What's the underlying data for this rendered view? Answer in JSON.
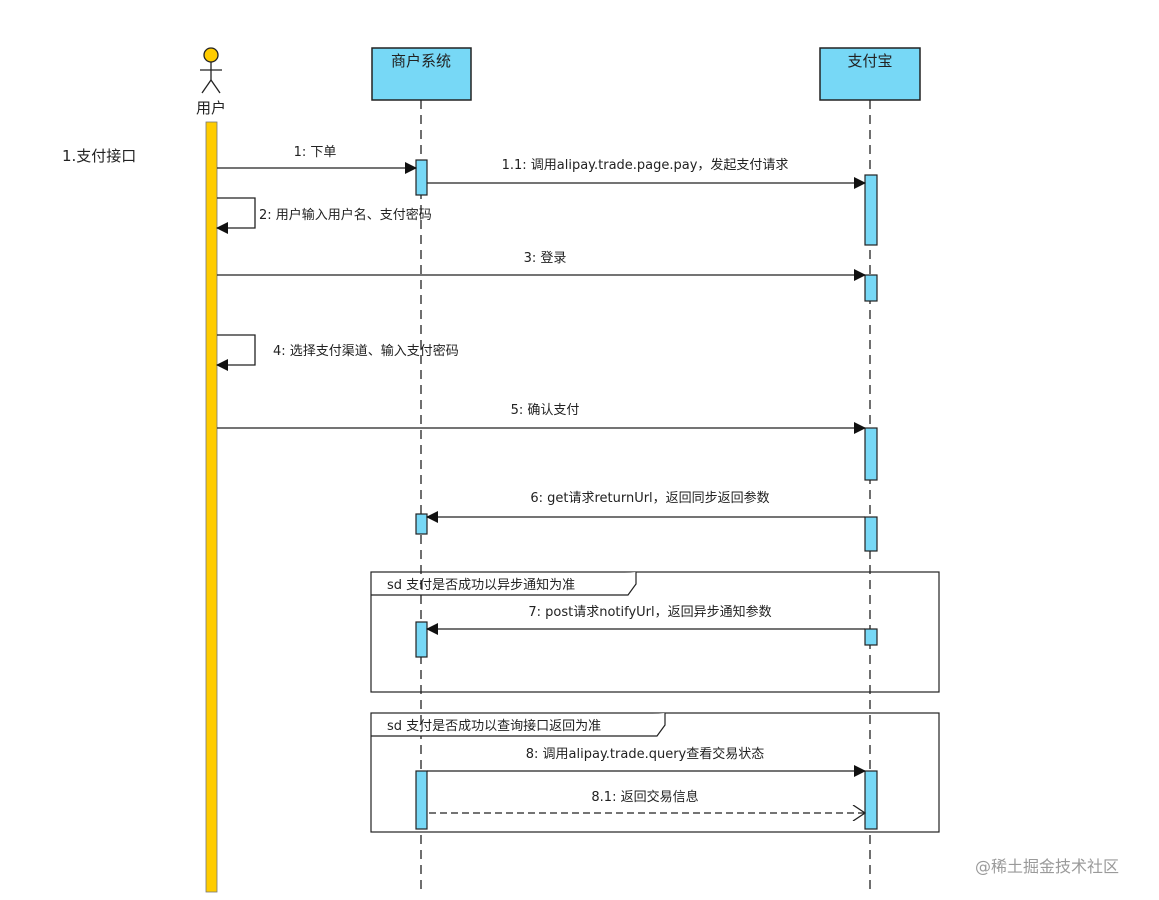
{
  "title": "1.支付接口",
  "participants": {
    "user": "用户",
    "merchant": "商户系统",
    "alipay": "支付宝"
  },
  "messages": {
    "m1": "1: 下单",
    "m1_1": "1.1: 调用alipay.trade.page.pay，发起支付请求",
    "m2": "2: 用户输入用户名、支付密码",
    "m3": "3:  登录",
    "m4": "4: 选择支付渠道、输入支付密码",
    "m5": "5: 确认支付",
    "m6": "6: get请求returnUrl，返回同步返回参数",
    "m7": "7: post请求notifyUrl，返回异步通知参数",
    "m8": "8: 调用alipay.trade.query查看交易状态",
    "m8_1": "8.1: 返回交易信息"
  },
  "frames": {
    "f1": "sd 支付是否成功以异步通知为准",
    "f2": "sd 支付是否成功以查询接口返回为准"
  },
  "watermark": "@稀土掘金技术社区",
  "colors": {
    "actor_bar": "#FFCC00",
    "participant": "#77D8F6",
    "line": "#222222"
  }
}
